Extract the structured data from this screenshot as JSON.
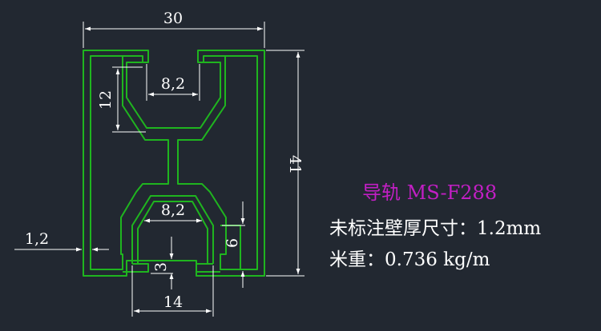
{
  "profile": {
    "title": "导轨 MS-F288",
    "wall_thickness_line": "未标注壁厚尺寸：1.2mm",
    "weight_line": "米重：0.736 kg/m"
  },
  "dimensions": {
    "width": "30",
    "height": "41",
    "slot_top_opening": "8,2",
    "slot_bottom_opening": "8,2",
    "slot_depth": "12",
    "wall": "1,2",
    "lip_height": "6",
    "base_lip": "3",
    "bottom_span": "14"
  },
  "colors": {
    "background": "#222831",
    "profile_outline": "#1fb51f",
    "title": "#c21fc4",
    "text": "#ffffff"
  }
}
